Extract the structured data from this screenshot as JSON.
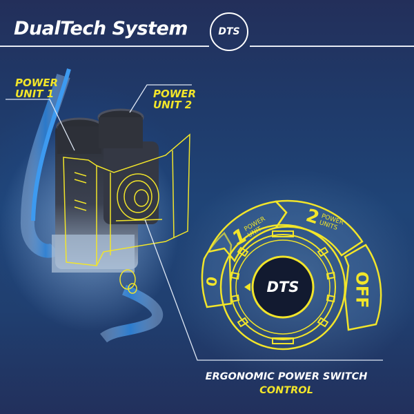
{
  "header": {
    "title": "DualTech System",
    "logo_text": "DTS"
  },
  "callouts": {
    "power_unit_1": [
      "POWER",
      "UNIT 1"
    ],
    "power_unit_2": [
      "POWER",
      "UNIT 2"
    ]
  },
  "dial": {
    "center_text": "DTS",
    "segments": [
      {
        "number": "0",
        "label": ""
      },
      {
        "number": "1",
        "label_line1": "POWER",
        "label_line2": "UNIT"
      },
      {
        "number": "2",
        "label_line1": "POWER",
        "label_line2": "UNITS"
      },
      {
        "number": "OFF",
        "label": ""
      }
    ],
    "pointer_icon": "triangle-left"
  },
  "caption": {
    "line1": "ERGONOMIC POWER SWITCH",
    "line2": "CONTROL"
  },
  "colors": {
    "accent_yellow": "#f2e52a",
    "background_navy": "#1f3a6a",
    "dial_center": "#121a30",
    "text_white": "#ffffff"
  }
}
